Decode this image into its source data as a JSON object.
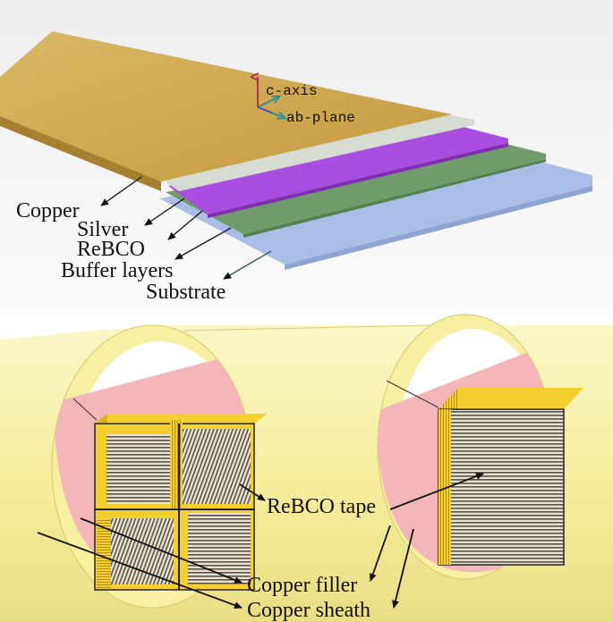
{
  "top_panel": {
    "axes": {
      "c_axis": "c-axis",
      "ab_plane": "ab-plane"
    },
    "labels": {
      "copper": "Copper",
      "silver": "Silver",
      "rebco": "ReBCO",
      "buffer": "Buffer layers",
      "substrate": "Substrate"
    }
  },
  "bottom_panel": {
    "labels": {
      "rebco_tape": "ReBCO tape",
      "copper_filler": "Copper filler",
      "copper_sheath": "Copper sheath"
    }
  },
  "colors": {
    "copper": "#c9a24c",
    "silver": "#d7dcd3",
    "rebco": "#a94ee0",
    "buffer": "#6f9c6a",
    "substrate": "#a9bde6",
    "sheath": "#f7f0a3",
    "filler": "#f4b6b9",
    "tape_copper": "#f0cc2e"
  }
}
